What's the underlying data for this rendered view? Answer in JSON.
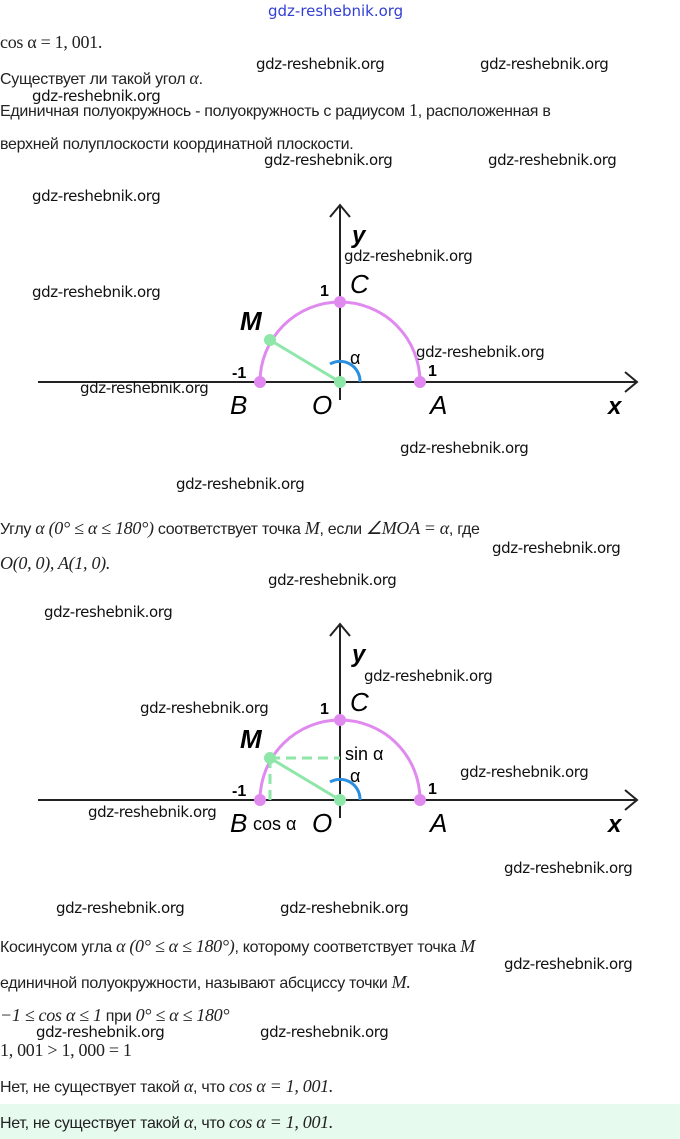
{
  "header_watermark": "gdz-reshebnik.org",
  "lines": {
    "l1": "cos α  =  1, 001.",
    "l2_text": "Существует ли такой угол ",
    "l2_math": "α",
    "l3a": "Единичная полуокружнось - полуокружность с радиусом ",
    "l3_math": "1",
    "l3b": ", расположенная в",
    "l4": "верхней полуплоскости координатной плоскости.",
    "l5a": "Углу ",
    "l5m1": "α  (0°  ≤  α  ≤  180°)",
    "l5b": " соответствует точка ",
    "l5m2": "M",
    "l5c": ", если ",
    "l5m3": "∠MOA  =  α",
    "l5d": ", где",
    "l6": "O(0, 0), A(1, 0).",
    "l7a": "Косинусом угла ",
    "l7m": "α  (0°  ≤  α  ≤  180°)",
    "l7b": ", которому соответствует точка ",
    "l7m2": "M",
    "l8a": "единичной полуокружности, называют абсциссу точки ",
    "l8m": "M.",
    "l9m1": "−1  ≤  cos α  ≤  1",
    "l9b": " при ",
    "l9m2": "0°  ≤  α  ≤  180°",
    "l10": "1, 001  >  1, 000  =  1",
    "l11a": "Нет, не существует такой ",
    "l11m": "α",
    "l11b": ", что ",
    "l11m2": "cos α  =  1, 001."
  },
  "answer": {
    "a": "Нет, не существует такой ",
    "m": "α",
    "b": ", что ",
    "m2": "cos α  =  1, 001."
  },
  "diagram1": {
    "y": "y",
    "x": "x",
    "one_y": "1",
    "C": "C",
    "M": "M",
    "alpha": "α",
    "minus_one": "-1",
    "one_x": "1",
    "B": "B",
    "O": "O",
    "A": "A"
  },
  "diagram2": {
    "y": "y",
    "x": "x",
    "one_y": "1",
    "C": "C",
    "M": "M",
    "sin": "sin α",
    "alpha": "α",
    "minus_one": "-1",
    "one_x": "1",
    "B": "B",
    "cos": "cos α",
    "O": "O",
    "A": "A"
  },
  "colors": {
    "arc": "#e08af0",
    "radius": "#8ee6a8",
    "angle": "#2a8fe0"
  },
  "watermarks": [
    "gdz-reshebnik.org",
    "gdz-reshebnik.org",
    "gdz-reshebnik.org",
    "gdz-reshebnik.org",
    "gdz-reshebnik.org",
    "gdz-reshebnik.org",
    "gdz-reshebnik.org",
    "gdz-reshebnik.org",
    "gdz-reshebnik.org",
    "gdz-reshebnik.org",
    "gdz-reshebnik.org",
    "gdz-reshebnik.org",
    "gdz-reshebnik.org",
    "gdz-reshebnik.org",
    "gdz-reshebnik.org",
    "gdz-reshebnik.org",
    "gdz-reshebnik.org",
    "gdz-reshebnik.org",
    "gdz-reshebnik.org",
    "gdz-reshebnik.org",
    "gdz-reshebnik.org",
    "gdz-reshebnik.org",
    "gdz-reshebnik.org",
    "gdz-reshebnik.org",
    "gdz-reshebnik.org"
  ]
}
